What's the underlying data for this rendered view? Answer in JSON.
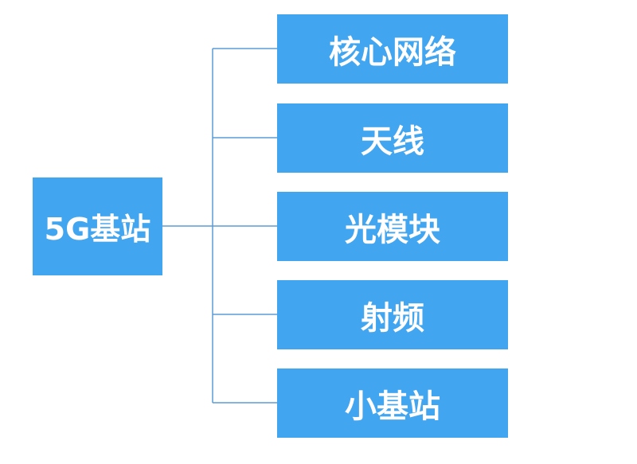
{
  "diagram": {
    "root": {
      "label": "5G基站"
    },
    "children": [
      {
        "label": "核心网络"
      },
      {
        "label": "天线"
      },
      {
        "label": "光模块"
      },
      {
        "label": "射频"
      },
      {
        "label": "小基站"
      }
    ]
  },
  "colors": {
    "node_fill": "#42a5f0",
    "node_text": "#ffffff",
    "connector": "#5b9bd5"
  }
}
